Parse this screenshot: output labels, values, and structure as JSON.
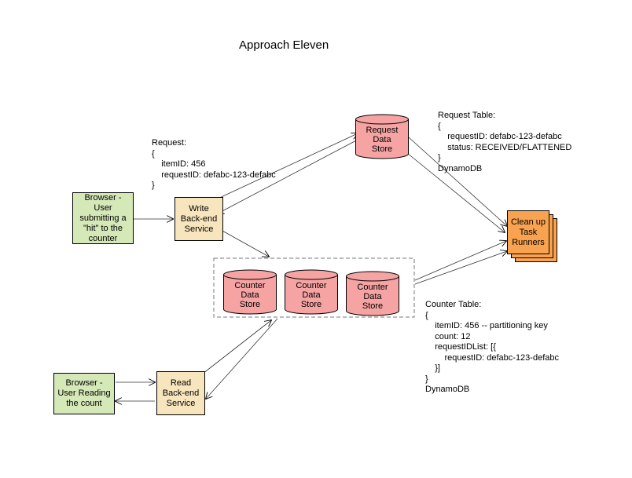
{
  "title": "Approach Eleven",
  "nodes": {
    "browser_write": "Browser -\nUser\nsubmitting a\n\"hit\" to the\ncounter",
    "write_service": "Write\nBack-end\nService",
    "request_store": "Request\nData\nStore",
    "counter_store_1": "Counter\nData\nStore",
    "counter_store_2": "Counter\nData\nStore",
    "counter_store_3": "Counter\nData\nStore",
    "cleanup": "Clean up\nTask\nRunners",
    "browser_read": "Browser -\nUser Reading\nthe count",
    "read_service": "Read\nBack-end\nService"
  },
  "notes": {
    "request": "Request:\n{\n    itemID: 456\n    requestID: defabc-123-defabc\n}",
    "request_table": "Request Table:\n{\n    requestID: defabc-123-defabc\n    status: RECEIVED/FLATTENED\n}\nDynamoDB",
    "counter_table": "Counter Table:\n{\n    itemID: 456 -- partitioning key\n    count: 12\n    requestIDList: [{\n        requestID: defabc-123-defabc\n    }]\n}\nDynamoDB"
  },
  "colors": {
    "browser": "#d5e8b8",
    "service": "#f7e5bd",
    "store": "#f5a3a3",
    "cleanup": "#f9a24f"
  }
}
